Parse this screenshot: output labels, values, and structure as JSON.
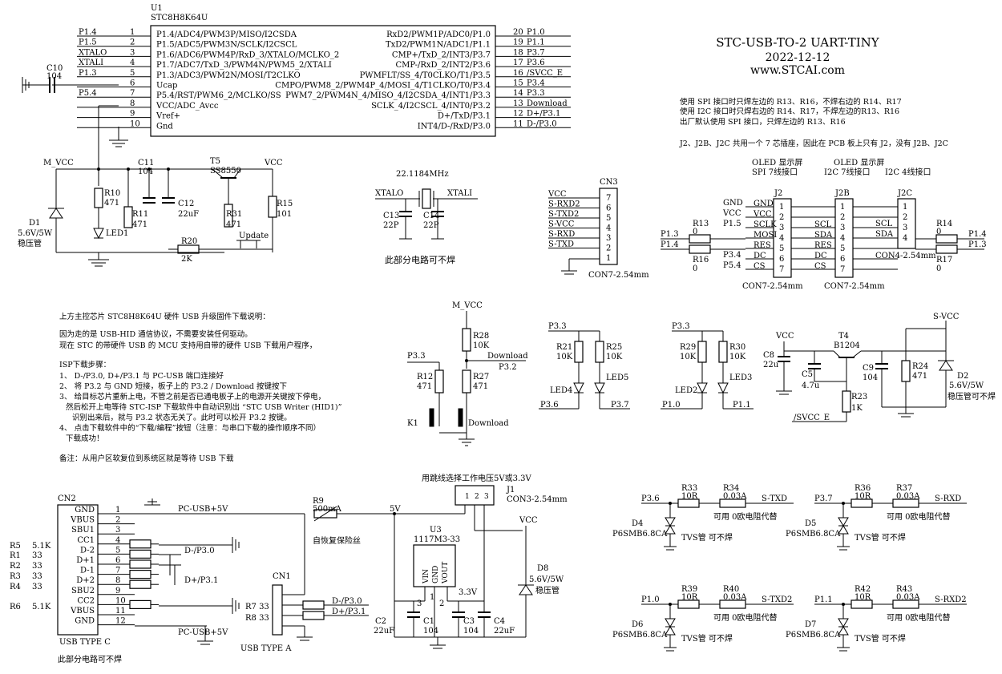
{
  "title": {
    "name": "STC-USB-TO-2 UART-TINY",
    "date": "2022-12-12",
    "site": "www.STCAI.com"
  },
  "notes_top": [
    "使用 SPI 接口时只焊左边的 R13、R16，不焊右边的 R14、R17",
    "使用 I2C 接口时只焊右边的 R14、R17，不焊左边的R13、R16",
    "出厂默认使用 SPI 接口，只焊左边的 R13、R16",
    "J2、J2B、J2C 共用一个 7 芯插座，因此在 PCB 板上只有 J2，没有 J2B、J2C"
  ],
  "isp_notes": [
    "上方主控芯片 STC8H8K64U 硬件 USB 升级固件下载说明：",
    "因为走的是 USB-HID 通信协议，不需要安装任何驱动。",
    "现在 STC 的带硬件 USB 的 MCU 支持用自带的硬件 USB 下载用户程序，",
    "ISP下载步骤：",
    "1、 D-/P3.0, D+/P3.1 与 PC-USB 端口连接好",
    "2、 将 P3.2 与 GND 短接，板子上的 P3.2 / Download  按键按下",
    "3、 给目标芯片重新上电，不管之前是否已通电板子上的电源开关键按下停电，",
    "然后松开上电等待 STC-ISP 下载软件中自动识别出  “STC USB Writer (HID1)”",
    "识别出来后，就与 P3.2 状态无关了。此时可以松开 P3.2 按键。",
    "4、 点击下载软件中的“下载/编程”按钮（注意：与串口下载的操作顺序不同）",
    "下载成功！",
    "备注：从用户区软复位到系统区就是等待 USB 下载"
  ],
  "u1": {
    "ref": "U1",
    "part": "STC8H8K64U",
    "left_pins": [
      {
        "num": "1",
        "net": "P1.4",
        "name": "P1.4/ADC4/PWM3P/MISO/I2CSDA"
      },
      {
        "num": "2",
        "net": "P1.5",
        "name": "P1.5/ADC5/PWM3N/SCLK/I2CSCL"
      },
      {
        "num": "3",
        "net": "XTALO",
        "name": "P1.6/ADC6/PWM4P/RxD_3/XTALO/MCLKO_2"
      },
      {
        "num": "4",
        "net": "XTALI",
        "name": "P1.7/ADC7/TxD_3/PWM4N/PWM5_2/XTALI"
      },
      {
        "num": "5",
        "net": "P1.3",
        "name": "P1.3/ADC3/PWM2N/MOSI/T2CLKO"
      },
      {
        "num": "6",
        "net": "",
        "name": "Ucap"
      },
      {
        "num": "7",
        "net": "P5.4",
        "name": "P5.4/RST/PWM6_2/MCLKO/SS"
      },
      {
        "num": "8",
        "net": "",
        "name": "VCC/ADC_Avcc"
      },
      {
        "num": "9",
        "net": "",
        "name": "Vref+"
      },
      {
        "num": "10",
        "net": "",
        "name": "Gnd"
      }
    ],
    "right_pins": [
      {
        "num": "20",
        "net": "P1.0",
        "name": "RxD2/PWM1P/ADC0/P1.0"
      },
      {
        "num": "19",
        "net": "P1.1",
        "name": "TxD2/PWM1N/ADC1/P1.1"
      },
      {
        "num": "18",
        "net": "P3.7",
        "name": "CMP+/TxD_2/INT3/P3.7"
      },
      {
        "num": "17",
        "net": "P3.6",
        "name": "CMP-/RxD_2/INT2/P3.6"
      },
      {
        "num": "16",
        "net": "/SVCC_E",
        "name": "PWMFLT/SS_4/T0CLKO/T1/P3.5"
      },
      {
        "num": "15",
        "net": "P3.4",
        "name": "CMPO/PWM8_2/PWM4P_4/MOSI_4/T1CLKO/T0/P3.4"
      },
      {
        "num": "14",
        "net": "P3.3",
        "name": "PWM7_2/PWM4N_4/MISO_4/I2CSDA_4/INT1/P3.3"
      },
      {
        "num": "13",
        "net": "Download",
        "name": "SCLK_4/I2CSCL_4/INT0/P3.2"
      },
      {
        "num": "12",
        "net": "D+/P3.1",
        "name": "D+/TxD/P3.1"
      },
      {
        "num": "11",
        "net": "D-/P3.0",
        "name": "INT4/D-/RxD/P3.0"
      }
    ]
  },
  "c10": {
    "ref": "C10",
    "val": "104"
  },
  "power_block": {
    "m_vcc": "M_VCC",
    "vcc": "VCC",
    "d1_ref": "D1",
    "d1_val": "5.6V/5W",
    "d1_desc": "稳压管",
    "r10": "R10",
    "r10v": "471",
    "led1": "LED1",
    "r11": "R11",
    "r11v": "471",
    "c11": "C11",
    "c11v": "104",
    "c12": "C12",
    "c12v": "22uF",
    "t5": "T5",
    "t5v": "SS8550",
    "r31": "R31",
    "r31v": "471",
    "r15": "R15",
    "r15v": "101",
    "r20": "R20",
    "r20v": "2K",
    "update": "Update"
  },
  "crystal": {
    "freq": "22.1184MHz",
    "xtalo": "XTALO",
    "xtali": "XTALI",
    "c13": "C13",
    "c13v": "22P",
    "c14": "C14",
    "c14v": "22P",
    "note": "此部分电路可不焊"
  },
  "cn3": {
    "ref": "CN3",
    "part": "CON7-2.54mm",
    "nets": [
      "VCC",
      "S-RXD2",
      "S-TXD2",
      "S-VCC",
      "S-RXD",
      "S-TXD"
    ],
    "pins": [
      "7",
      "6",
      "5",
      "4",
      "3",
      "2",
      "1"
    ]
  },
  "oled": {
    "spi_title": "OLED 显示屏",
    "spi_sub": "SPI 7线接口",
    "i2c7_title": "OLED 显示屏",
    "i2c7_sub": "I2C 7线接口",
    "i2c4_sub": "I2C 4线接口",
    "j2": "J2",
    "j2b": "J2B",
    "j2c": "J2C",
    "j2_part": "CON7-2.54mm",
    "j2b_part": "CON7-2.54mm",
    "j2c_part": "CON4-2.54mm",
    "j2_labels": [
      "GND",
      "VCC",
      "SCLK",
      "MOSI",
      "RES",
      "DC",
      "CS"
    ],
    "j2b_labels": [
      "SCL",
      "SDA",
      "RES",
      "DC",
      "CS"
    ],
    "j2c_labels": [
      "SCL",
      "SDA"
    ],
    "pins7": [
      "1",
      "2",
      "3",
      "4",
      "5",
      "6",
      "7"
    ],
    "pins4": [
      "1",
      "2",
      "3",
      "4"
    ],
    "nets_left": [
      "GND",
      "VCC",
      "P1.5",
      "P3.4",
      "P5.4"
    ],
    "r13": "R13",
    "r13v": "0",
    "r16": "R16",
    "r16v": "0",
    "r14": "R14",
    "r14v": "0",
    "r17": "R17",
    "r17v": "0",
    "p13": "P1.3",
    "p14": "P1.4"
  },
  "download": {
    "m_vcc": "M_VCC",
    "r28": "R28",
    "r28v": "10K",
    "net_download": "Download",
    "net_p32": "P3.2",
    "p33": "P3.3",
    "r12": "R12",
    "r12v": "471",
    "r27": "R27",
    "r27v": "471",
    "k1": "K1",
    "k_label": "Download"
  },
  "leds": {
    "p33a": "P3.3",
    "r21": "R21",
    "r21v": "10K",
    "r25": "R25",
    "r25v": "10K",
    "led4": "LED4",
    "led5": "LED5",
    "p36": "P3.6",
    "p37": "P3.7",
    "p33b": "P3.3",
    "r29": "R29",
    "r29v": "10K",
    "r30": "R30",
    "r30v": "10K",
    "led2": "LED2",
    "led3": "LED3",
    "p10": "P1.0",
    "p11": "P1.1"
  },
  "svcc": {
    "vcc": "VCC",
    "c8": "C8",
    "c8v": "22u",
    "c5": "C5",
    "c5v": "4.7u",
    "t4": "T4",
    "t4v": "B1204",
    "c9": "C9",
    "c9v": "104",
    "r24": "R24",
    "r24v": "471",
    "s_vcc": "S-VCC",
    "d2": "D2",
    "d2v": "5.6V/5W",
    "d2_desc": "稳压管可不焊",
    "r23": "R23",
    "r23v": "1K",
    "svcc_e": "/SVCC_E"
  },
  "cn2": {
    "ref": "CN2",
    "type": "USB TYPE C",
    "note": "此部分电路可不焊",
    "pin_names": [
      "GND",
      "VBUS",
      "SBU1",
      "CC1",
      "D-2",
      "D+1",
      "D-1",
      "D+2",
      "SBU2",
      "CC2",
      "VBUS",
      "GND"
    ],
    "pins": [
      "1",
      "2",
      "3",
      "4",
      "5",
      "6",
      "7",
      "8",
      "9",
      "10",
      "11",
      "12"
    ],
    "res_left": [
      {
        "ref": "R5",
        "val": "5.1K"
      },
      {
        "ref": "R1",
        "val": "33"
      },
      {
        "ref": "R2",
        "val": "33"
      },
      {
        "ref": "R3",
        "val": "33"
      },
      {
        "ref": "R4",
        "val": "33"
      },
      {
        "ref": "R6",
        "val": "5.1K"
      }
    ],
    "pc_usb_top": "PC-USB+5V",
    "pc_usb_bot": "PC-USB+5V",
    "dm": "D-/P3.0",
    "dp": "D+/P3.1"
  },
  "cn1": {
    "ref": "CN1",
    "type": "USB TYPE A",
    "r7": "R7 33",
    "r8": "R8 33",
    "dm": "D-/P3.0",
    "dp": "D+/P3.1"
  },
  "ldo": {
    "r9": "R9",
    "r9v": "500mA",
    "r9_desc": "自恢复保险丝",
    "v5": "5V",
    "u3": "U3",
    "u3v": "1117M3-33",
    "vin": "VIN",
    "gnd": "GND",
    "vout": "VOUT",
    "p3": "3",
    "p1": "1",
    "p2": "2",
    "v33": "3.3V",
    "c2": "C2",
    "c2v": "22uF",
    "c1": "C1",
    "c1v": "104",
    "c3": "C3",
    "c3v": "104",
    "c4": "C4",
    "c4v": "22uF",
    "j1_title": "用跳线选择工作电压5V或3.3V",
    "j1": "J1",
    "j1v": "CON3-2.54mm",
    "j1pins": [
      "1",
      "2",
      "3"
    ],
    "vcc": "VCC",
    "d8": "D8",
    "d8v": "5.6V/5W",
    "d8_desc": "稳压管"
  },
  "tvs": [
    {
      "net": "P3.6",
      "r": "R33",
      "rv": "10R",
      "r2": "R34",
      "r2v": "0.03A",
      "out": "S-TXD",
      "d": "D4",
      "dv": "P6SMB6.8CA",
      "note": "可用 0欧电阻代替",
      "tvs": "TVS管 可不焊"
    },
    {
      "net": "P3.7",
      "r": "R36",
      "rv": "10R",
      "r2": "R37",
      "r2v": "0.03A",
      "out": "S-RXD",
      "d": "D5",
      "dv": "P6SMB6.8CA",
      "note": "可用 0欧电阻代替",
      "tvs": "TVS管 可不焊"
    },
    {
      "net": "P1.0",
      "r": "R39",
      "rv": "10R",
      "r2": "R40",
      "r2v": "0.03A",
      "out": "S-TXD2",
      "d": "D6",
      "dv": "P6SMB6.8CA",
      "note": "可用 0欧电阻代替",
      "tvs": "TVS管 可不焊"
    },
    {
      "net": "P1.1",
      "r": "R42",
      "rv": "10R",
      "r2": "R43",
      "r2v": "0.03A",
      "out": "S-RXD2",
      "d": "D7",
      "dv": "P6SMB6.8CA",
      "note": "可用 0欧电阻代替",
      "tvs": "TVS管 可不焊"
    }
  ]
}
